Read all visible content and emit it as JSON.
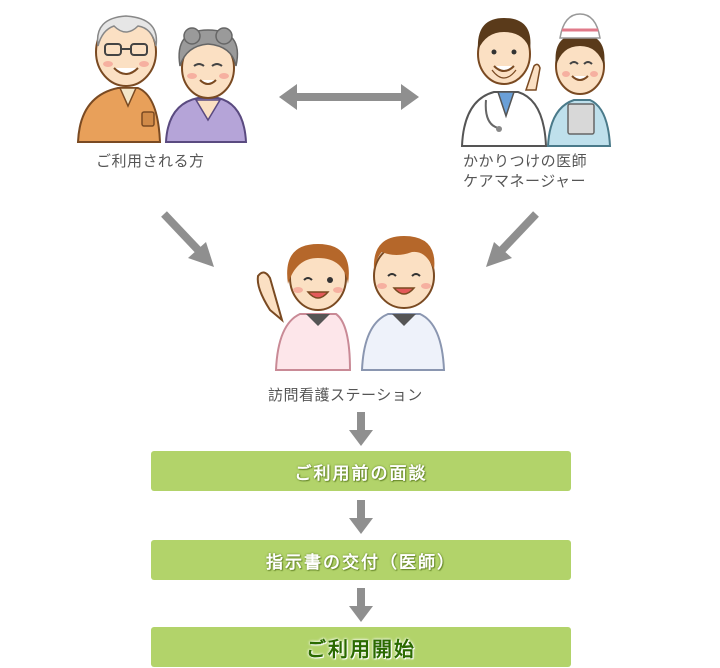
{
  "top": {
    "users_label": "ご利用される方",
    "doctor_label_line1": "かかりつけの医師",
    "doctor_label_line2": "ケアマネージャー"
  },
  "station": {
    "label": "訪問看護ステーション"
  },
  "steps": [
    {
      "label": "ご利用前の面談"
    },
    {
      "label": "指示書の交付（医師）"
    },
    {
      "label": "ご利用開始"
    }
  ],
  "colors": {
    "arrow": "#8f8f8f",
    "step_box": "#b2d36a",
    "final_text": "#2a6a00"
  }
}
